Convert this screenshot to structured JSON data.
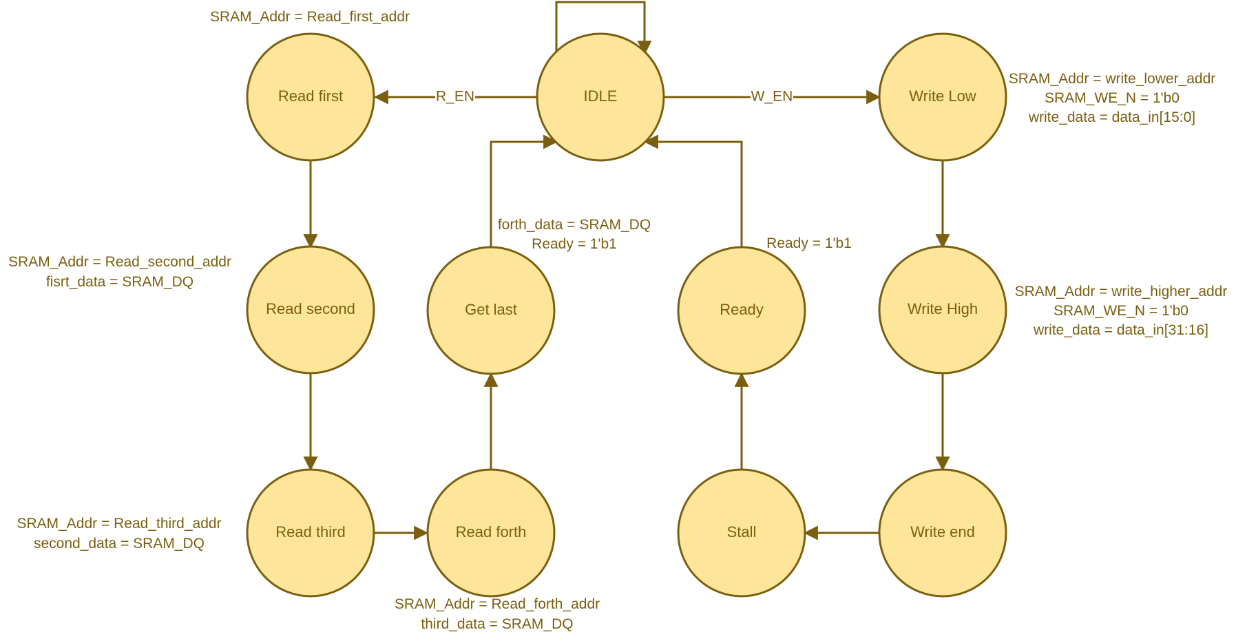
{
  "states": {
    "idle": "IDLE",
    "read_first": "Read first",
    "read_second": "Read second",
    "read_third": "Read third",
    "read_forth": "Read forth",
    "get_last": "Get last",
    "ready": "Ready",
    "stall": "Stall",
    "write_low": "Write Low",
    "write_high": "Write High",
    "write_end": "Write end"
  },
  "transitions": {
    "r_en": "R_EN",
    "w_en": "W_EN"
  },
  "annotations": {
    "read_first": [
      "SRAM_Addr = Read_first_addr"
    ],
    "read_second": [
      "SRAM_Addr = Read_second_addr",
      "fisrt_data = SRAM_DQ"
    ],
    "read_third": [
      "SRAM_Addr = Read_third_addr",
      "second_data = SRAM_DQ"
    ],
    "read_forth": [
      "SRAM_Addr = Read_forth_addr",
      "third_data = SRAM_DQ"
    ],
    "get_last": [
      "forth_data = SRAM_DQ",
      "Ready = 1'b1"
    ],
    "ready": [
      "Ready = 1'b1"
    ],
    "write_low": [
      "SRAM_Addr = write_lower_addr",
      "SRAM_WE_N = 1'b0",
      "write_data = data_in[15:0]"
    ],
    "write_high": [
      "SRAM_Addr = write_higher_addr",
      "SRAM_WE_N = 1'b0",
      "write_data = data_in[31:16]"
    ]
  }
}
